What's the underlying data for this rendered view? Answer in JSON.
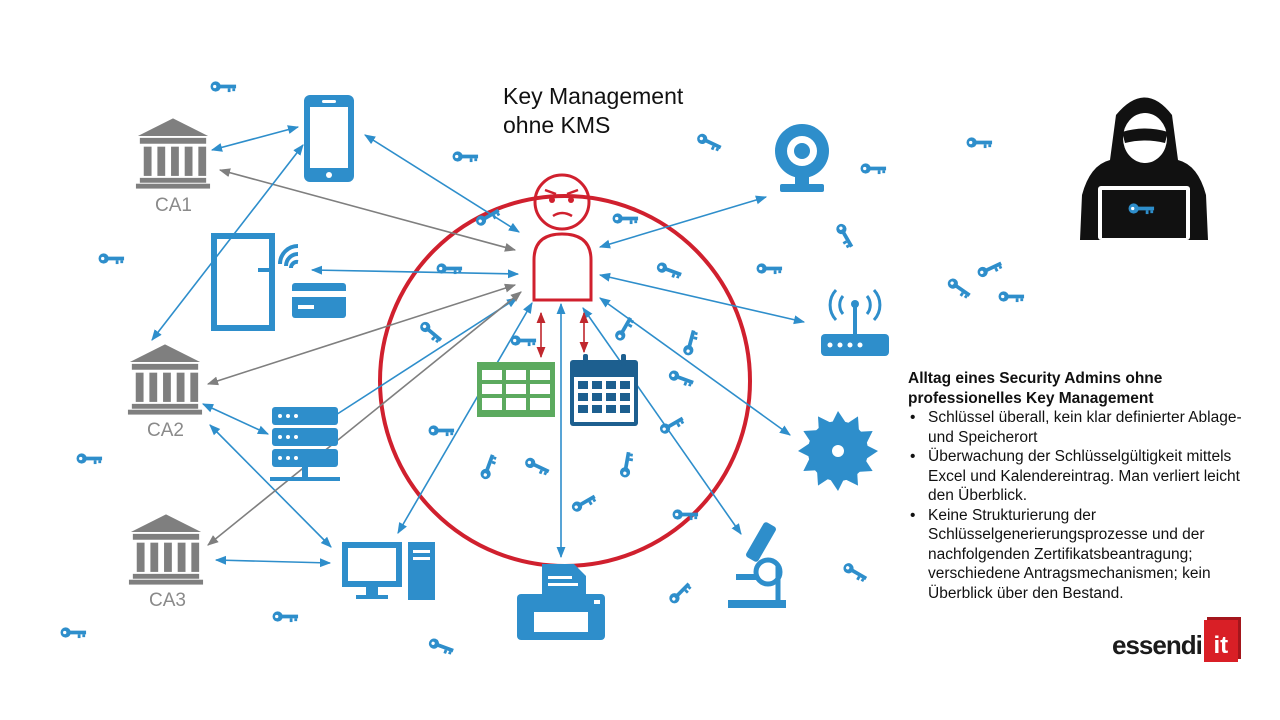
{
  "title_line1": "Key Management",
  "title_line2": "ohne KMS",
  "ca_labels": {
    "ca1": "CA1",
    "ca2": "CA2",
    "ca3": "CA3"
  },
  "info": {
    "heading": "Alltag eines Security Admins ohne professionelles Key Management",
    "bullets": [
      "Schlüssel überall, kein klar definierter Ablage- und Speicherort",
      "Überwachung der Schlüsselgültigkeit mittels Excel und Kalendereintrag. Man verliert leicht den Überblick.",
      "Keine Strukturierung der Schlüsselgenerierungsprozesse und der nachfolgenden Zertifikatsbeantragung; verschiedene Antragsmechanismen; kein Überblick über den Bestand."
    ]
  },
  "logo": {
    "text": "essendi",
    "box": "it"
  },
  "colors": {
    "blue": "#2e8ecb",
    "red": "#d0202e",
    "gray": "#7f7f7f",
    "green": "#5caa5f",
    "navy": "#1d5f8f",
    "black": "#111111"
  },
  "icons": [
    "bank-icon",
    "smartphone-icon",
    "door-access-icon",
    "server-icon",
    "desktop-computer-icon",
    "printer-icon",
    "microscope-icon",
    "saw-blade-icon",
    "router-icon",
    "webcam-icon",
    "hacker-icon",
    "worried-person-icon",
    "spreadsheet-icon",
    "calendar-icon",
    "key-icon"
  ]
}
